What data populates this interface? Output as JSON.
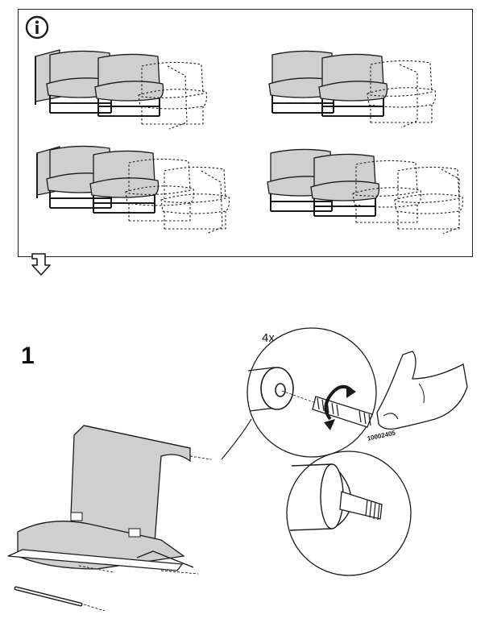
{
  "info_panel": {
    "icon": "info-icon",
    "configurations": [
      {
        "seats_filled": 2,
        "seats_total": 3,
        "armrest": "left"
      },
      {
        "seats_filled": 2,
        "seats_total": 3,
        "armrest": "none"
      },
      {
        "seats_filled": 2,
        "seats_total": 4,
        "armrest": "left"
      },
      {
        "seats_filled": 2,
        "seats_total": 4,
        "armrest": "none"
      }
    ],
    "next_icon": "turn-down-arrow-icon"
  },
  "step": {
    "number": "1",
    "quantity": "4x",
    "part_number": "10002405",
    "icons": [
      "rotate-clockwise-icon",
      "threaded-rod-icon",
      "tube-end-icon"
    ]
  },
  "colors": {
    "line": "#1a1a1a",
    "fill": "#cfcfcf",
    "background": "#ffffff"
  }
}
